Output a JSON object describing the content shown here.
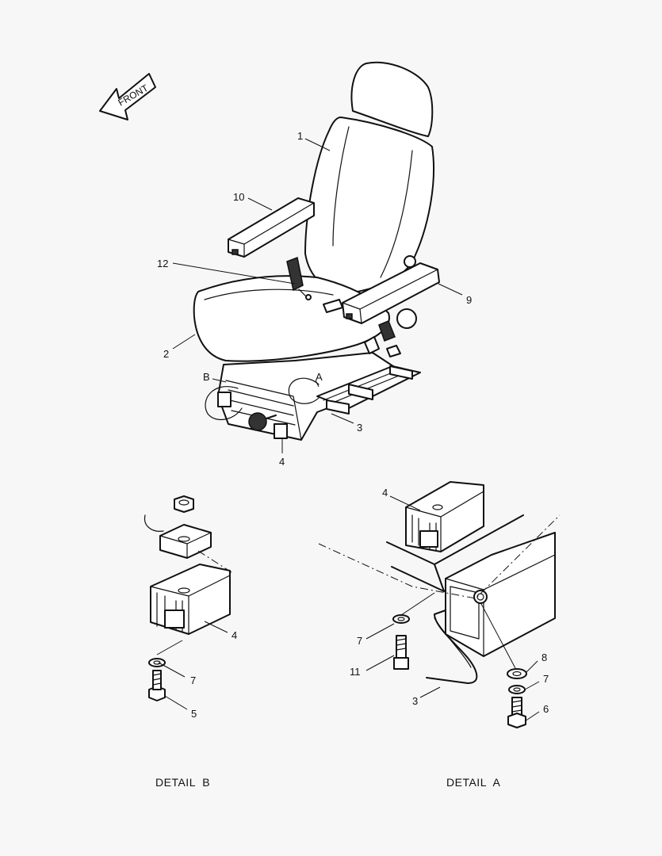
{
  "front_arrow": {
    "label": "FRONT"
  },
  "callouts": {
    "c1": "1",
    "c2": "2",
    "c3": "3",
    "c4": "4",
    "c9": "9",
    "c10": "10",
    "c12": "12",
    "cA": "A",
    "cB": "B",
    "b4": "4",
    "b5": "5",
    "b7": "7",
    "a3": "3",
    "a4": "4",
    "a6": "6",
    "a7": "7",
    "a7b": "7",
    "a8": "8",
    "a11": "11"
  },
  "captions": {
    "detail_b": "DETAIL  B",
    "detail_a": "DETAIL  A"
  }
}
